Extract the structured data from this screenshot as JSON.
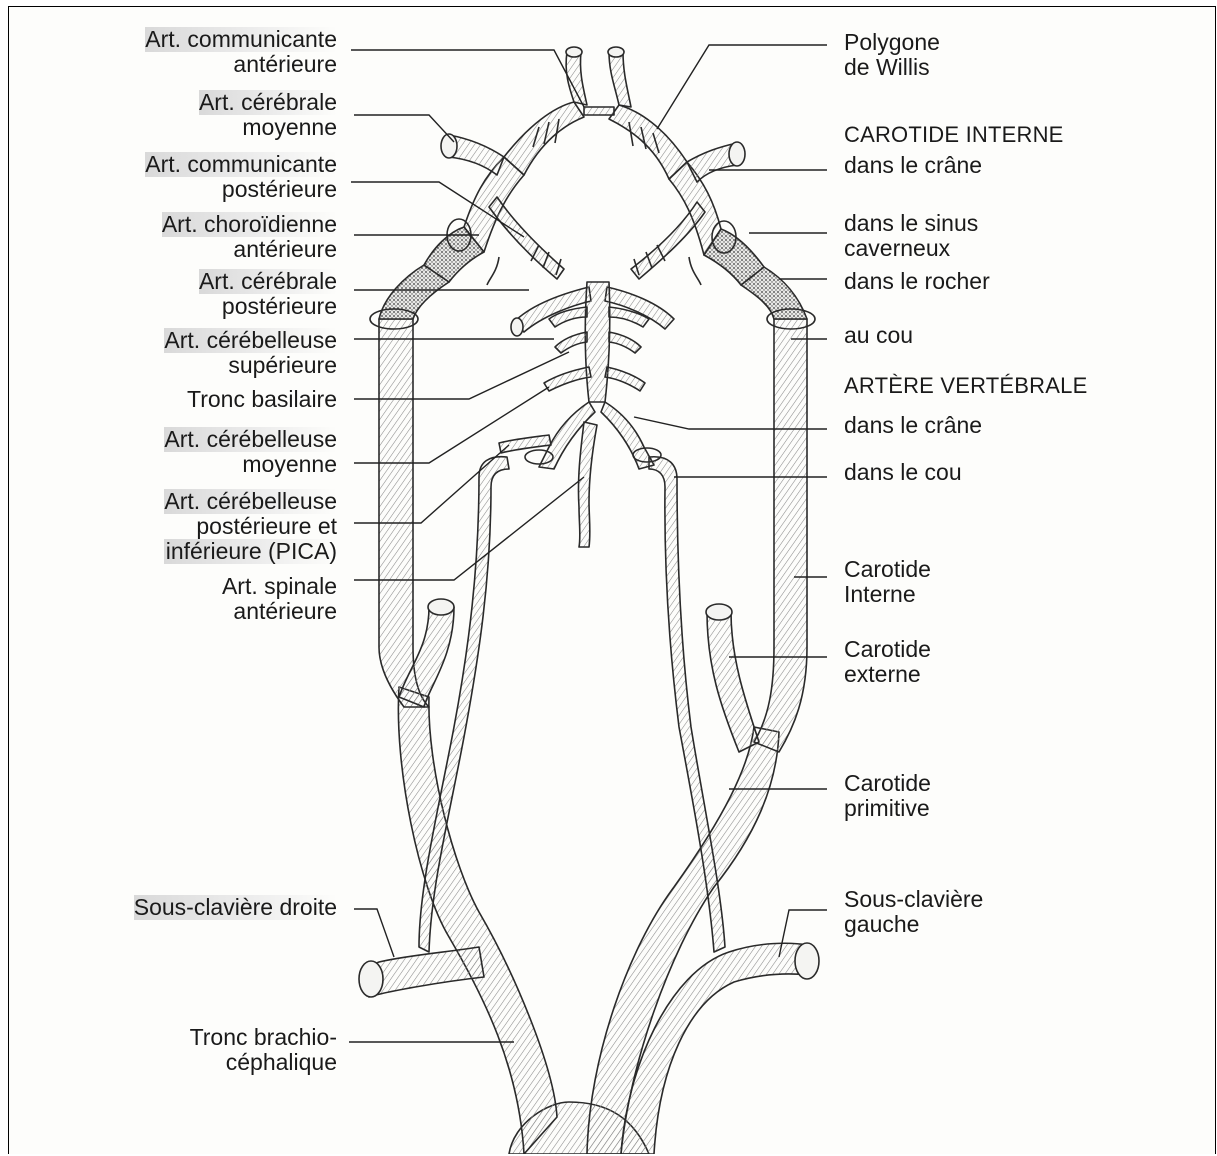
{
  "labels_left": {
    "comm_ant": [
      "Art. communicante",
      "antérieure"
    ],
    "cereb_moy": [
      "Art. cérébrale",
      "moyenne"
    ],
    "comm_post": [
      "Art. communicante",
      "postérieure"
    ],
    "choroid": [
      "Art. choroïdienne",
      "antérieure"
    ],
    "cereb_post": [
      "Art. cérébrale",
      "postérieure"
    ],
    "cerebel_sup": [
      "Art. cérébelleuse",
      "supérieure"
    ],
    "tronc_basilaire": [
      "Tronc basilaire"
    ],
    "cerebel_moy": [
      "Art. cérébelleuse",
      "moyenne"
    ],
    "pica": [
      "Art. cérébelleuse",
      "postérieure et",
      "inférieure (PICA)"
    ],
    "spinale": [
      "Art. spinale",
      "antérieure"
    ],
    "sous_clav_droite": [
      "Sous-clavière droite"
    ],
    "tronc_brachio": [
      "Tronc brachio-",
      "céphalique"
    ]
  },
  "labels_right": {
    "polygone": [
      "Polygone",
      "de Willis"
    ],
    "carotide_interne_heading": "CAROTIDE INTERNE",
    "ci_crane": "dans le crâne",
    "ci_sinus": [
      "dans le sinus",
      "caverneux"
    ],
    "ci_rocher": "dans le rocher",
    "ci_cou": "au cou",
    "arteres_vert_heading": "ARTÈRE VERTÉBRALE",
    "av_crane": "dans le crâne",
    "av_cou": "dans le cou",
    "carotide_interne": [
      "Carotide",
      "Interne"
    ],
    "carotide_externe": [
      "Carotide",
      "externe"
    ],
    "carotide_primitive": [
      "Carotide",
      "primitive"
    ],
    "sous_clav_gauche": [
      "Sous-clavière",
      "gauche"
    ]
  },
  "colors": {
    "vessel_fill": "#f4f4f2",
    "vessel_stroke": "#2a2a2a",
    "hatch": "#7a7a7a",
    "leader": "#222222",
    "highlight": "#d9d9d9"
  }
}
